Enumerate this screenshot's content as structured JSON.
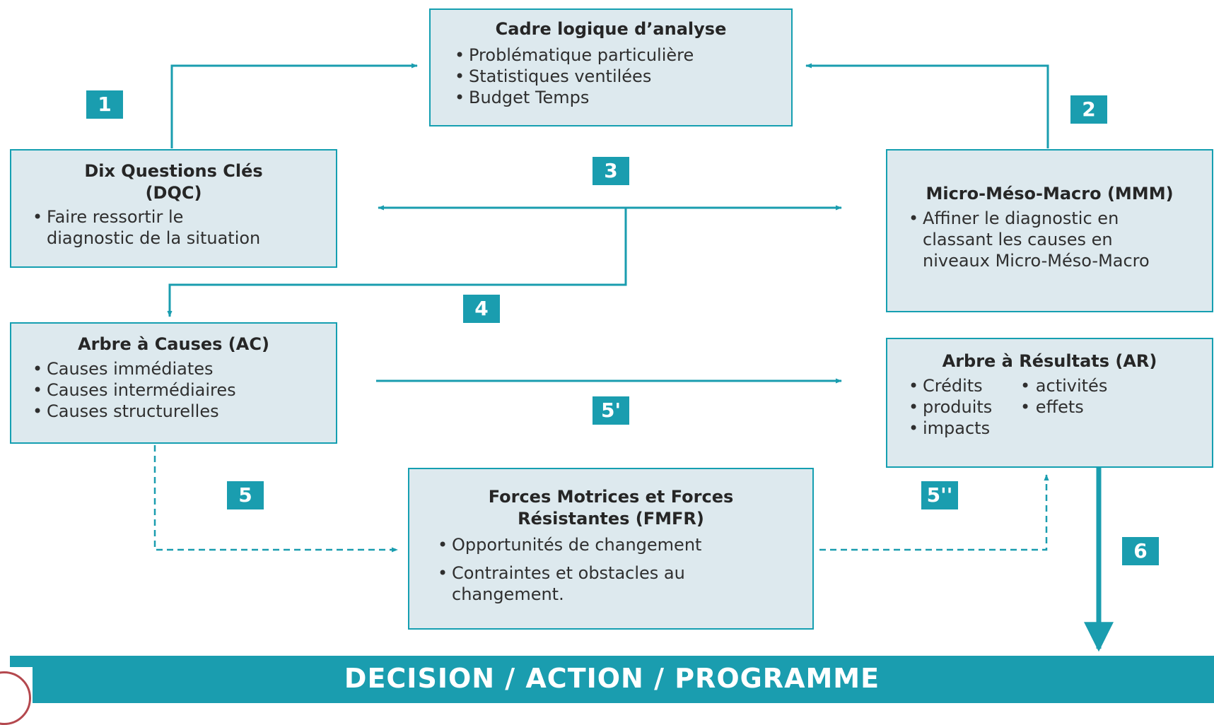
{
  "diagram": {
    "boxes": {
      "cadre": {
        "title": "Cadre logique d’analyse",
        "items": [
          "Problématique particulière",
          "Statistiques ventilées",
          "Budget Temps"
        ]
      },
      "dqc": {
        "title_line1": "Dix Questions Clés",
        "title_line2": "(DQC)",
        "item_line1": "Faire ressortir le",
        "item_line2": "diagnostic de la situation"
      },
      "mmm": {
        "title": "Micro-Méso-Macro (MMM)",
        "item_line1": "Affiner le diagnostic en",
        "item_line2": "classant les causes en",
        "item_line3": "niveaux Micro-Méso-Macro"
      },
      "ac": {
        "title": "Arbre à Causes (AC)",
        "items": [
          "Causes immédiates",
          "Causes intermédiaires",
          "Causes structurelles"
        ]
      },
      "ar": {
        "title": "Arbre à Résultats (AR)",
        "items": [
          "Crédits",
          "activités",
          "produits",
          "effets",
          "impacts"
        ]
      },
      "fmfr": {
        "title_line1": "Forces Motrices et Forces",
        "title_line2": "Résistantes (FMFR)",
        "item1": "Opportunités de changement",
        "item2_line1": "Contraintes et obstacles au",
        "item2_line2": "changement."
      }
    },
    "badges": [
      "1",
      "2",
      "3",
      "4",
      "5'",
      "5",
      "5''",
      "6"
    ],
    "banner": "DECISION / ACTION / PROGRAMME",
    "colors": {
      "accent": "#1a9daf",
      "box_fill": "#dde9ee",
      "box_border": "#159fb1"
    }
  }
}
